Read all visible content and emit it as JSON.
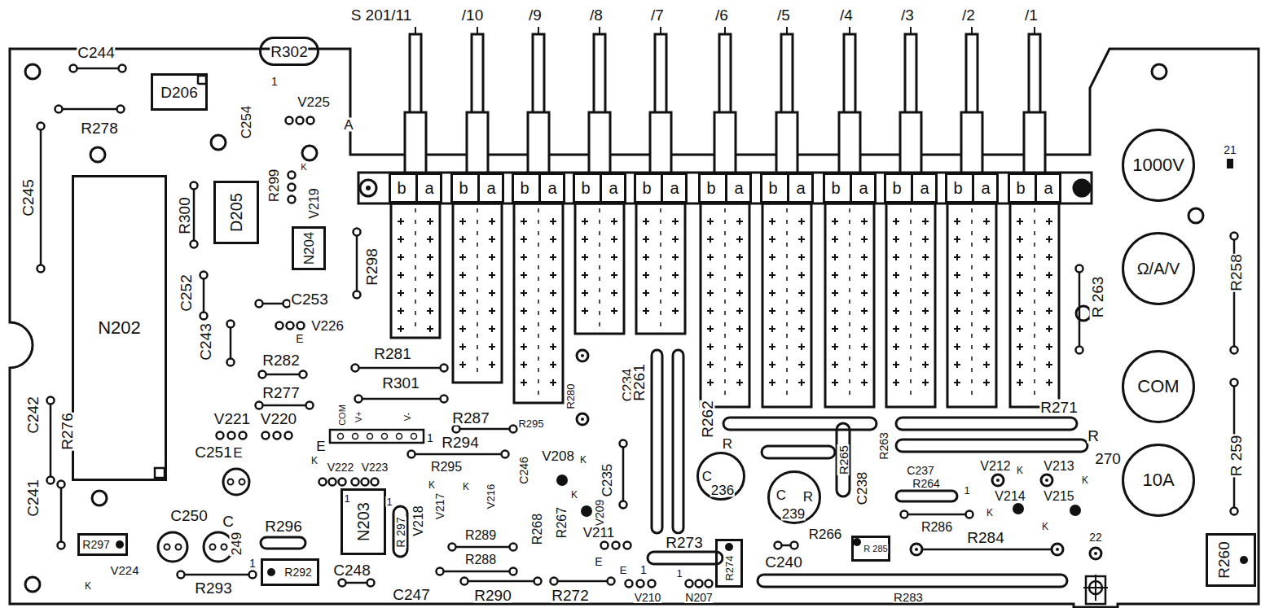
{
  "diagram": {
    "nodes": [
      {
        "text": [
          "R302"
        ]
      },
      {
        "text": [
          "D206"
        ]
      },
      {
        "text": [
          "D205"
        ]
      },
      {
        "text": [
          "N204"
        ]
      },
      {
        "text": [
          "N202"
        ]
      },
      {
        "text": [
          "N203"
        ]
      },
      {
        "text": [
          "R297"
        ]
      },
      {
        "text": [
          "R292"
        ]
      },
      {
        "text": [
          "R274"
        ]
      },
      {
        "text": [
          "C",
          "236"
        ]
      },
      {
        "text": [
          "C",
          "R",
          "239"
        ]
      },
      {
        "text": [
          "R 285"
        ]
      },
      {
        "text": [
          "1000V"
        ]
      },
      {
        "text": [
          "Ω/A/V"
        ]
      },
      {
        "text": [
          "COM"
        ]
      },
      {
        "text": [
          "10A"
        ]
      },
      {
        "text": [
          "R260"
        ]
      },
      {
        "text": [
          "b",
          "a"
        ]
      },
      {
        "text": [
          "b",
          "a"
        ]
      },
      {
        "text": [
          "b",
          "a"
        ]
      },
      {
        "text": [
          "b",
          "a"
        ]
      },
      {
        "text": [
          "b",
          "a"
        ]
      },
      {
        "text": [
          "b",
          "a"
        ]
      },
      {
        "text": [
          "b",
          "a"
        ]
      },
      {
        "text": [
          "b",
          "a"
        ]
      },
      {
        "text": [
          "b",
          "a"
        ]
      },
      {
        "text": [
          "b",
          "a"
        ]
      },
      {
        "text": [
          "b",
          "a"
        ]
      }
    ],
    "labels": [
      "S 201/11",
      "/10",
      "/9",
      "/8",
      "/7",
      "/6",
      "/5",
      "/4",
      "/3",
      "/2",
      "/1",
      "C244",
      "1",
      "C254",
      "V225",
      "A",
      "R278",
      "C245",
      "R299",
      "K",
      "V219",
      "R300",
      "R298",
      "C252",
      "C253",
      "V226",
      "E",
      "C243",
      "R282",
      "R281",
      "R301",
      "R277",
      "V221",
      "V220",
      "E",
      "COM",
      "V+",
      "V-",
      "E",
      "1",
      "R287",
      "R294",
      "R295",
      "R295",
      "K",
      "V222",
      "V223",
      "C242",
      "R276",
      "C251",
      "C241",
      "1",
      "C250",
      "C",
      "249",
      "R296",
      "1",
      "R293",
      "V224",
      "K",
      "C248",
      "C247",
      "R 297",
      "1",
      "V218",
      "V217",
      "K",
      "K",
      "V216",
      "C246",
      "R289",
      "R288",
      "R268",
      "R267",
      "V209",
      "V208",
      "K",
      "K",
      "C235",
      "C234",
      "R280",
      "R261",
      "R262",
      "V211",
      "E",
      "R273",
      "1",
      "R290",
      "R272",
      "E",
      "V210",
      "1",
      "N207",
      "C240",
      "R284",
      "22",
      "R283",
      "R",
      "R265",
      "R266",
      "C238",
      "R263",
      "C237",
      "R264",
      "1",
      "R286",
      "V212",
      "K",
      "V213",
      "K",
      "V214",
      "K",
      "V215",
      "K",
      "R271",
      "R",
      "270",
      "21",
      "R 263",
      "R258",
      "R 259"
    ]
  }
}
